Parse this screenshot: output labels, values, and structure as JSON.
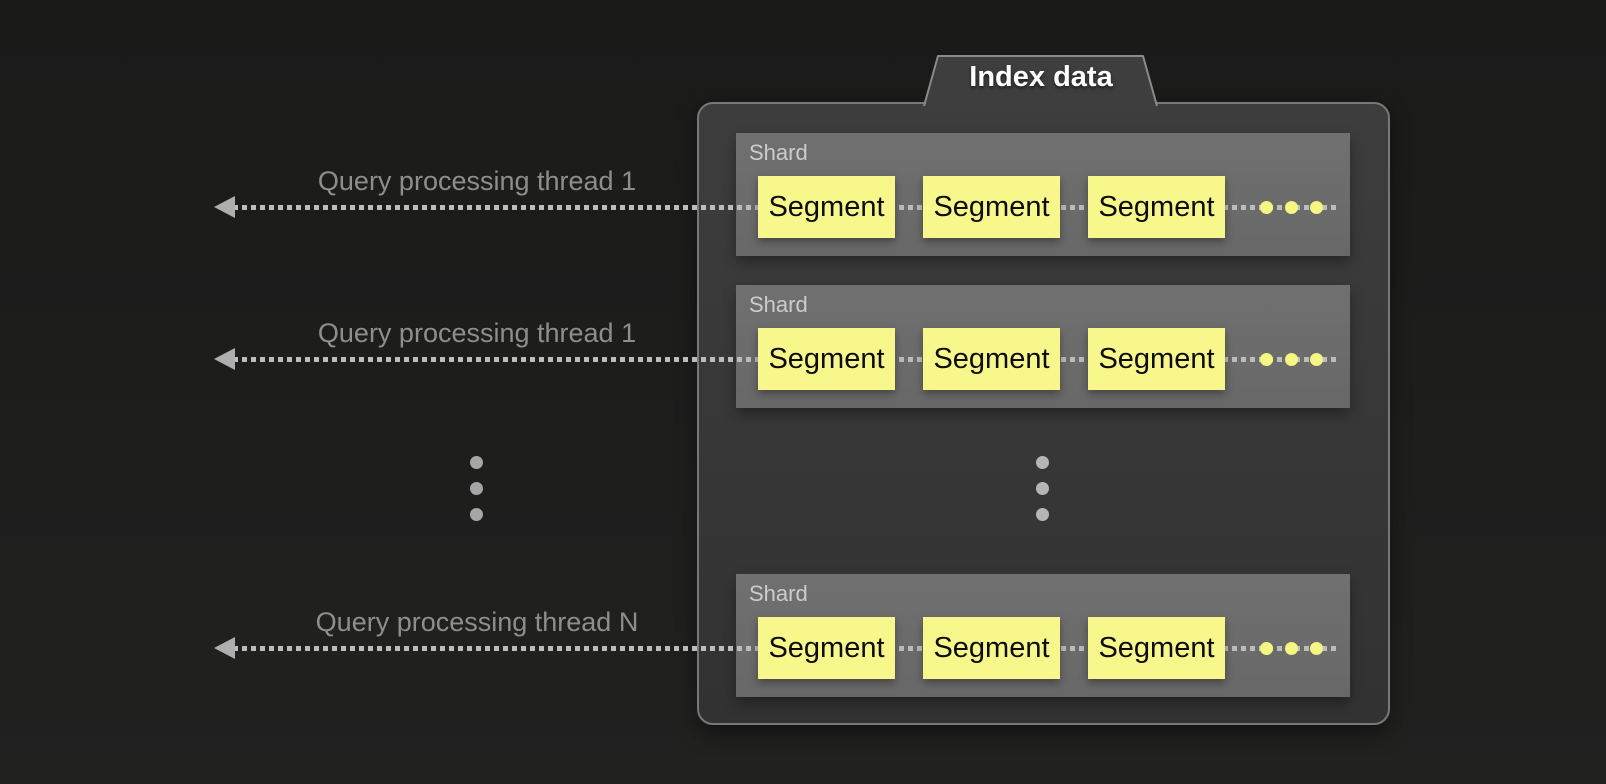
{
  "diagram": {
    "tab_label": "Index data",
    "rows": [
      {
        "thread_label": "Query processing thread 1",
        "shard_label": "Shard",
        "segments": [
          "Segment",
          "Segment",
          "Segment"
        ]
      },
      {
        "thread_label": "Query processing thread 1",
        "shard_label": "Shard",
        "segments": [
          "Segment",
          "Segment",
          "Segment"
        ]
      },
      {
        "thread_label": "Query processing thread N",
        "shard_label": "Shard",
        "segments": [
          "Segment",
          "Segment",
          "Segment"
        ]
      }
    ],
    "icons": {
      "arrowhead": "left-arrowhead-icon",
      "more_segments": "horizontal-ellipsis-icon",
      "more_threads": "vertical-ellipsis-icon",
      "more_shards": "vertical-ellipsis-icon"
    },
    "colors": {
      "background": "#1c1c1b",
      "panel_fill_top": "#3d3d3d",
      "panel_fill_bottom": "#323232",
      "panel_border": "#787878",
      "tab_fill": "#3e3e3e",
      "tab_border": "#8a8a8a",
      "tab_text": "#ffffff",
      "shard_fill": "#686868",
      "shard_label_text": "#cccccc",
      "segment_fill": "#f7f78c",
      "segment_text": "#0d0d0d",
      "dotted_line": "#bcbcbc",
      "arrowhead": "#aeaeae",
      "thread_label_text": "#8e8e8e",
      "ellipsis_dot_gray": "#a6a6a6",
      "ellipsis_dot_light": "#b5b5b5",
      "ellipsis_dot_yellow": "#f6f682"
    }
  }
}
